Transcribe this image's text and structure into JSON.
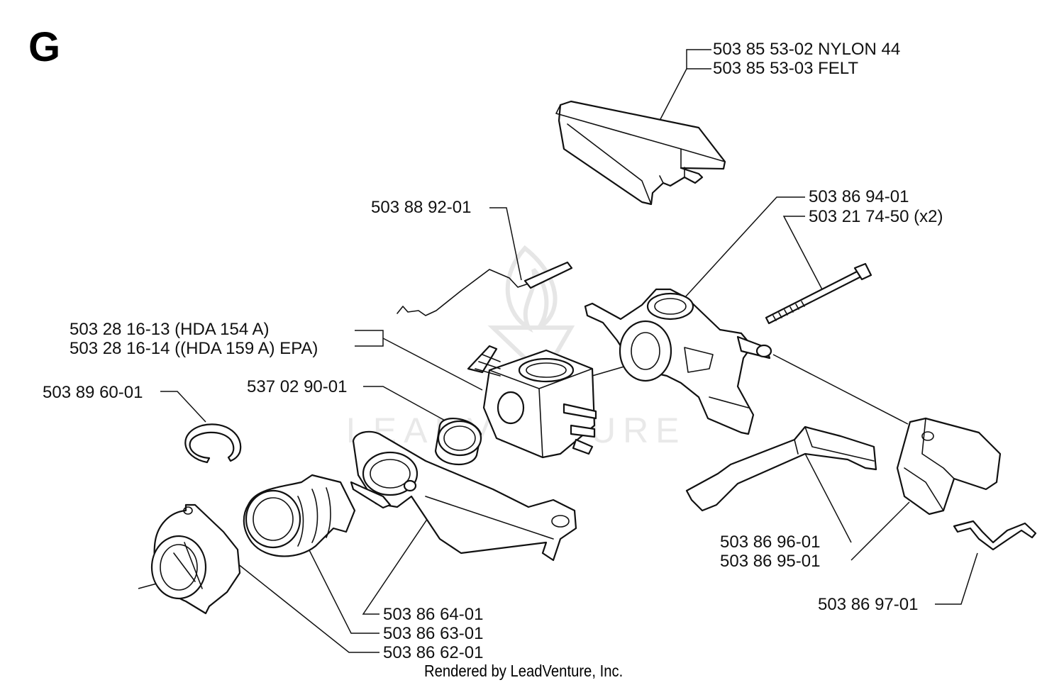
{
  "diagram": {
    "section_letter": "G",
    "footer": "Rendered by LeadVenture, Inc.",
    "watermark": "LEADVENTURE",
    "labels": {
      "air_filter_nylon": "503 85 53-02 NYLON 44",
      "air_filter_felt": "503 85 53-03 FELT",
      "choke_rod": "503 88 92-01",
      "carb_holder": "503 86 94-01",
      "bolt": "503 21 74-50 (x2)",
      "carburetor_hda154": "503 28 16-13 (HDA 154 A)",
      "carburetor_hda159": "503 28 16-14 ((HDA 159 A) EPA)",
      "snap_ring": "503 89 60-01",
      "intake_bellows": "537 02 90-01",
      "bracket_upper": "503 86 96-01",
      "bracket_lower": "503 86 95-01",
      "spring_clip": "503 86 97-01",
      "intake_flange": "503 86 64-01",
      "intake_hose": "503 86 63-01",
      "intake_adapter": "503 86 62-01"
    },
    "icons": [
      "leadventure-watermark-icon"
    ]
  }
}
